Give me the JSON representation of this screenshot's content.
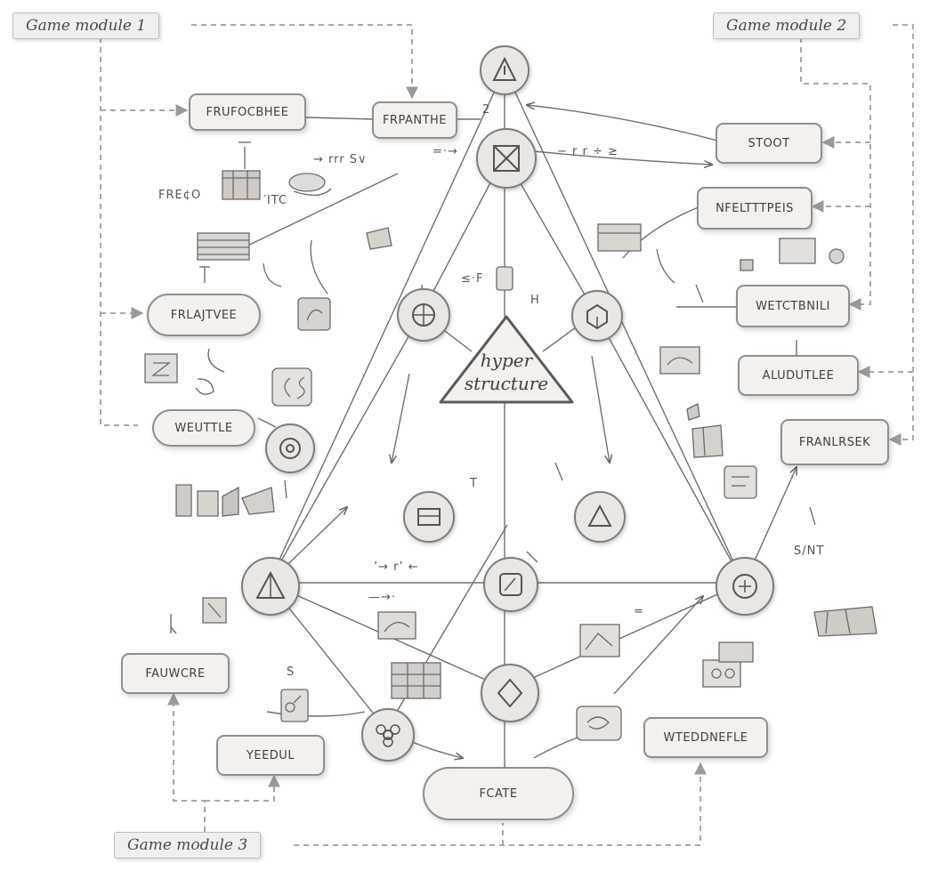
{
  "modules": {
    "m1": "Game module 1",
    "m2": "Game module 2",
    "m3": "Game module 3"
  },
  "center": {
    "line1": "hyper",
    "line2": "structure"
  },
  "boxes": {
    "frufocbhee": "FRUFOCBHEE",
    "frpanthe": "FRPANTHE",
    "stoot": "STOOT",
    "neltttpeis": "NFELTTTPEIS",
    "frlaltvee": "FRLAJTVEE",
    "wetctbnili": "WETCTBNILI",
    "aludutlee": "ALUDUTLEE",
    "weuttlle": "WEUTTLE",
    "franlrsek": "FRANLRSEK",
    "fauncre": "FAUWCRE",
    "yeedul": "YEEDUL",
    "fcate": "FCATE",
    "wtedeneflle": "WTEDDNEFLE"
  },
  "scribbles": {
    "s1": "FRE¢O",
    "s2": "′ITC",
    "s3": "→ rrr  S∨",
    "s4": "=·→",
    "s5": "2",
    "s6": "− r r ÷ ≥",
    "s7": "H",
    "s8": "≤·F",
    "s9": "T",
    "s10": "S/NT",
    "s11": "’→ r’ ←",
    "s12": "=",
    "s13": "—→·",
    "s14": "S"
  },
  "colors": {
    "ink": "#6b6b6b",
    "dashed": "#a8a8a8",
    "box_fill": "#f3f0ee",
    "node_fill": "#e9e6e3"
  }
}
